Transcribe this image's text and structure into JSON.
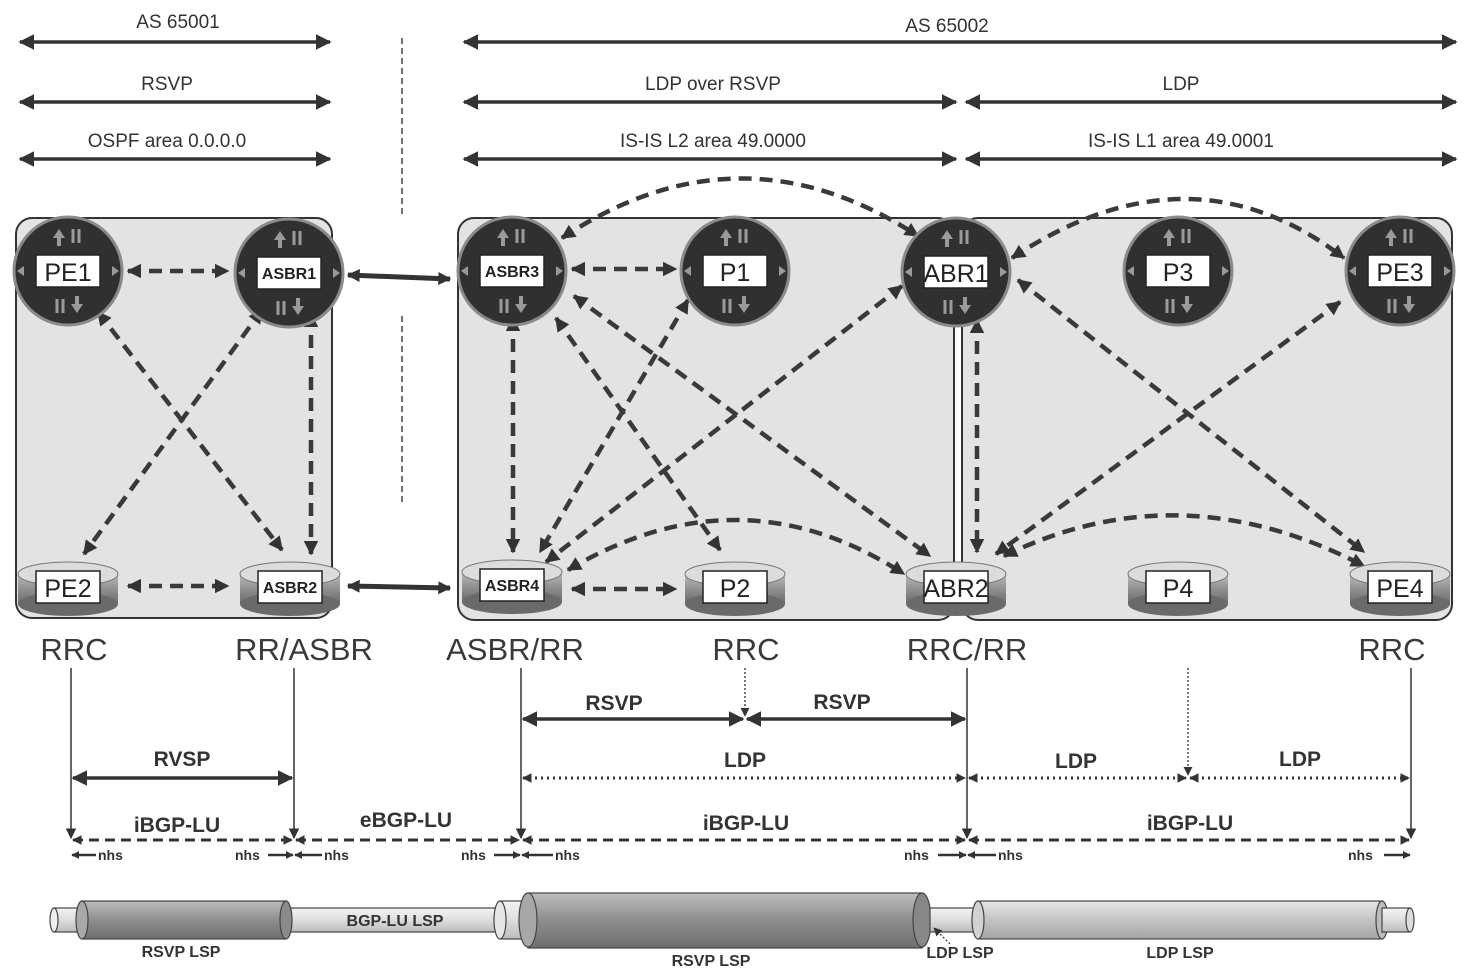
{
  "domains": {
    "as1": "AS 65001",
    "as2": "AS 65002",
    "rsvp": "RSVP",
    "ldp_over_rsvp": "LDP over RSVP",
    "ldp": "LDP",
    "ospf": "OSPF area 0.0.0.0",
    "isis_l2": "IS-IS L2 area 49.0000",
    "isis_l1": "IS-IS L1 area 49.0001"
  },
  "routers": {
    "pe1": "PE1",
    "asbr1": "ASBR1",
    "asbr3": "ASBR3",
    "p1": "P1",
    "abr1": "ABR1",
    "p3": "P3",
    "pe3": "PE3",
    "pe2": "PE2",
    "asbr2": "ASBR2",
    "asbr4": "ASBR4",
    "p2": "P2",
    "abr2": "ABR2",
    "p4": "P4",
    "pe4": "PE4"
  },
  "roles": {
    "rrc1": "RRC",
    "rr_asbr": "RR/ASBR",
    "asbr_rr": "ASBR/RR",
    "rrc2": "RRC",
    "rrc_rr": "RRC/RR",
    "rrc3": "RRC"
  },
  "transport": {
    "rvsp": "RVSP",
    "rsvp_a": "RSVP",
    "rsvp_b": "RSVP",
    "ldp_a": "LDP",
    "ldp_b": "LDP",
    "ldp_c": "LDP",
    "ibgp_lu_a": "iBGP-LU",
    "ebgp_lu": "eBGP-LU",
    "ibgp_lu_b": "iBGP-LU",
    "ibgp_lu_c": "iBGP-LU",
    "nhs": "nhs"
  },
  "lsps": {
    "rsvp_lsp_1": "RSVP LSP",
    "bgp_lu_lsp": "BGP-LU LSP",
    "rsvp_lsp_2": "RSVP LSP",
    "ldp_lsp_small": "LDP LSP",
    "ldp_lsp_big": "LDP LSP"
  }
}
